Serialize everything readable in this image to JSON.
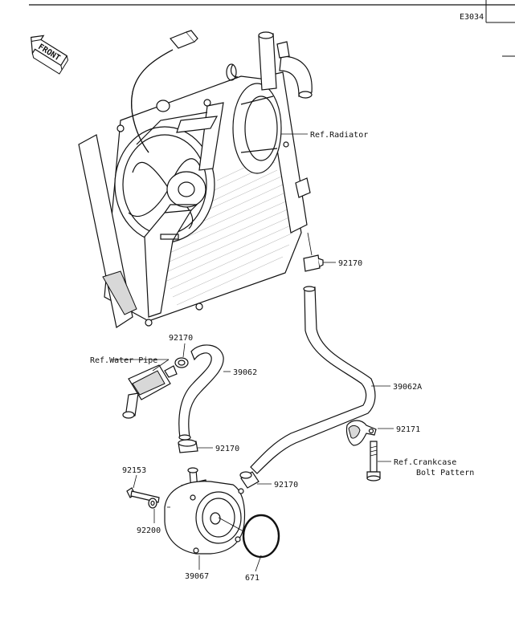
{
  "header": {
    "code": "E3034"
  },
  "front_marker": "FRONT",
  "callouts": {
    "ref_radiator": "Ref.Radiator",
    "p92170_a": "92170",
    "p92170_b": "92170",
    "ref_water_pipe": "Ref.Water Pipe",
    "p39062": "39062",
    "p39062A": "39062A",
    "p92171": "92171",
    "p92170_c": "92170",
    "ref_crankcase_line1": "Ref.Crankcase",
    "ref_crankcase_line2": "Bolt Pattern",
    "p92153": "92153",
    "p92170_d": "92170",
    "p92200": "92200",
    "p39067": "39067",
    "p671": "671"
  }
}
